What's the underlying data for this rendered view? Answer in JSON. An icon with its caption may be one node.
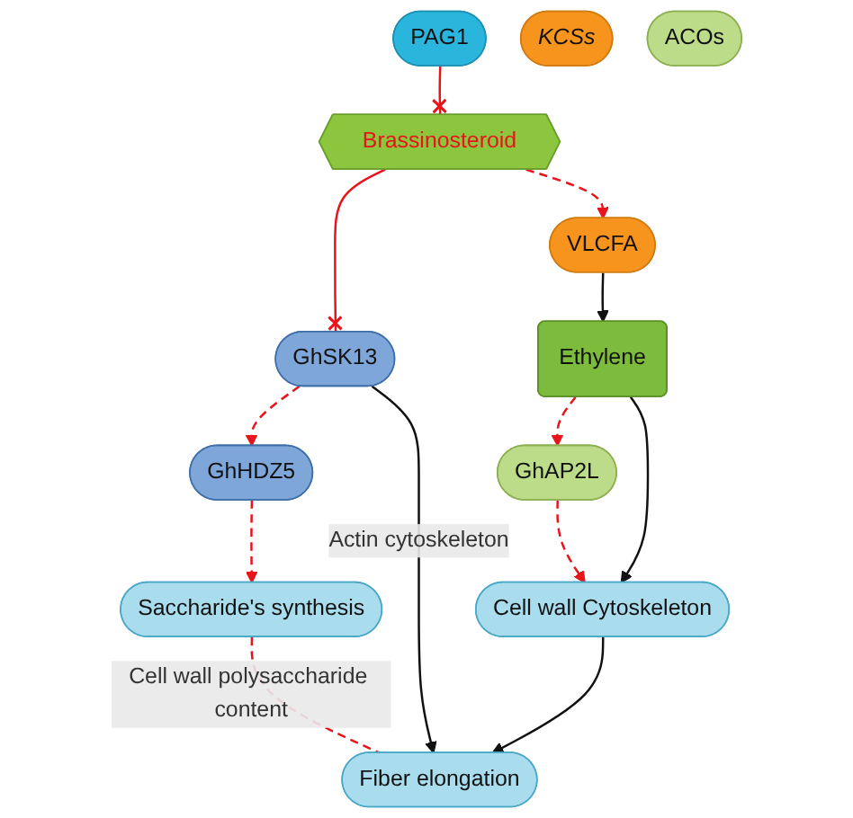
{
  "diagram": {
    "nodes": [
      {
        "text": [
          "PAG1"
        ]
      },
      {
        "text": [
          "Brassinosteroid"
        ]
      },
      {
        "text": [
          "KCSs"
        ]
      },
      {
        "text": [
          "GhSK13"
        ]
      },
      {
        "text": [
          "VLCFA"
        ]
      },
      {
        "text": [
          "GhHDZ5"
        ]
      },
      {
        "text": [
          "ACOs"
        ]
      },
      {
        "text": [
          "Saccharide's synthesis"
        ]
      },
      {
        "text": [
          "Ethylene"
        ]
      },
      {
        "text": [
          "GhAP2L"
        ]
      },
      {
        "text": [
          "Cell wall Cytoskeleton"
        ]
      },
      {
        "text": [
          "Fiber elongation"
        ]
      }
    ],
    "edges": [
      {
        "from": 0,
        "to": 1,
        "arrow": "other"
      },
      {
        "from": 1,
        "to": 3,
        "arrow": "other"
      },
      {
        "from": 1,
        "to": 4,
        "arrow": "to",
        "style": "dashed"
      },
      {
        "from": 3,
        "to": 5,
        "arrow": "to",
        "style": "dashed"
      },
      {
        "from": 5,
        "to": 7,
        "arrow": "to",
        "style": "dashed"
      },
      {
        "from": 4,
        "to": 8,
        "arrow": "to",
        "color": "#111111"
      },
      {
        "from": 8,
        "to": 9,
        "arrow": "to",
        "style": "dashed"
      },
      {
        "from": 9,
        "to": 10,
        "arrow": "to",
        "style": "dashed"
      },
      {
        "from": 8,
        "to": 10,
        "arrow": "to",
        "color": "#111111"
      },
      {
        "from": 3,
        "to": 11,
        "arrow": "to",
        "label": "Actin cytoskeleton",
        "color": "#111111"
      },
      {
        "from": 10,
        "to": 11,
        "arrow": "to",
        "color": "#111111"
      },
      {
        "from": 7,
        "to": 11,
        "arrow": "none",
        "style": "dashed",
        "label": "Cell wall polysaccharide content"
      }
    ]
  }
}
